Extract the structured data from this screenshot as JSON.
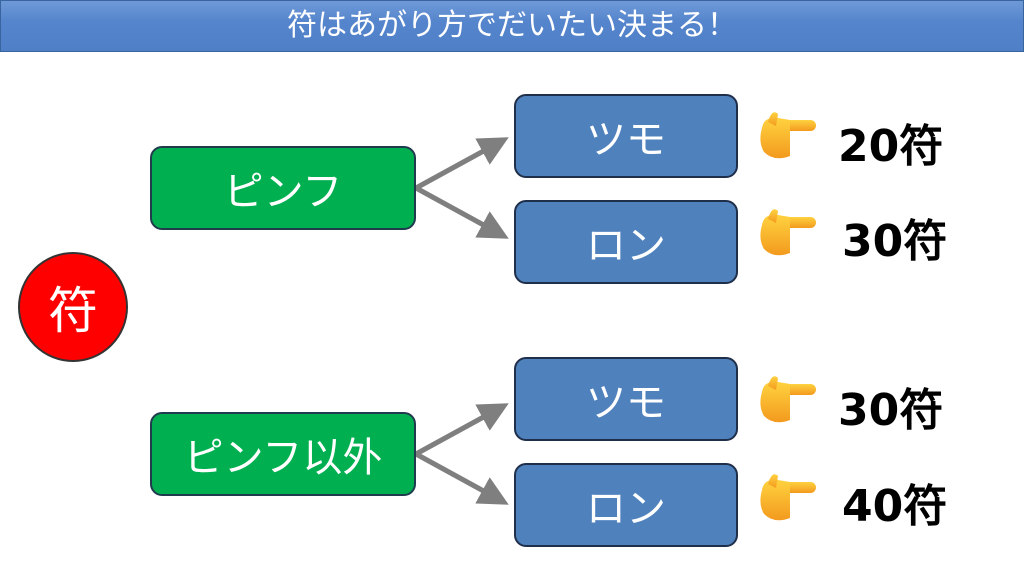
{
  "title": "符はあがり方でだいたい決まる！",
  "circle_label": "符",
  "groups": [
    {
      "condition": "ピンフ",
      "branches": [
        {
          "win": "ツモ",
          "fu": "20符"
        },
        {
          "win": "ロン",
          "fu": "30符"
        }
      ]
    },
    {
      "condition": "ピンフ以外",
      "branches": [
        {
          "win": "ツモ",
          "fu": "30符"
        },
        {
          "win": "ロン",
          "fu": "40符"
        }
      ]
    }
  ],
  "icons": {
    "hand": "pointing-hand-icon"
  },
  "colors": {
    "header": "#5585cc",
    "condition": "#00b050",
    "branch": "#4f81bd",
    "circle": "#ff0000",
    "arrow": "#7f7f7f"
  }
}
